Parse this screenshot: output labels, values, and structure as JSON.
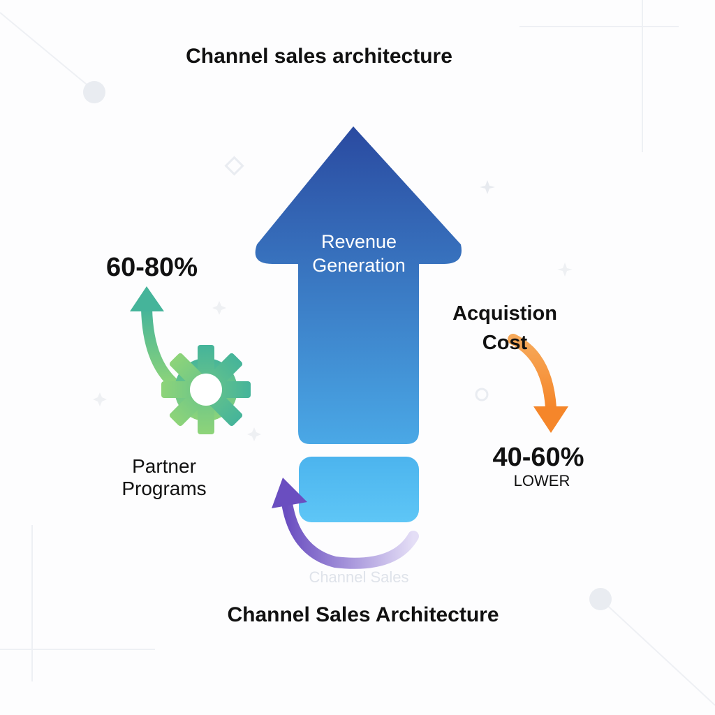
{
  "title": "Channel sales architecture",
  "footer_title": "Channel Sales Architecture",
  "main_arrow": {
    "label_line1": "Revenue",
    "label_line2": "Generation",
    "color_top": "#2a4aa0",
    "color_bottom": "#4aa8e6"
  },
  "partner_programs": {
    "stat": "60-80%",
    "label_line1": "Partner",
    "label_line2": "Programs",
    "icon": "gear-icon",
    "color_top": "#45b49a",
    "color_bottom": "#8ed479"
  },
  "acquisition_cost": {
    "label_line1": "Acquistion",
    "label_line2": "Cost",
    "stat": "40-60%",
    "qualifier": "LOWER",
    "color": "#f5862a"
  },
  "channel_sales": {
    "label": "Channel Sales",
    "color": "#6a4ec0"
  }
}
